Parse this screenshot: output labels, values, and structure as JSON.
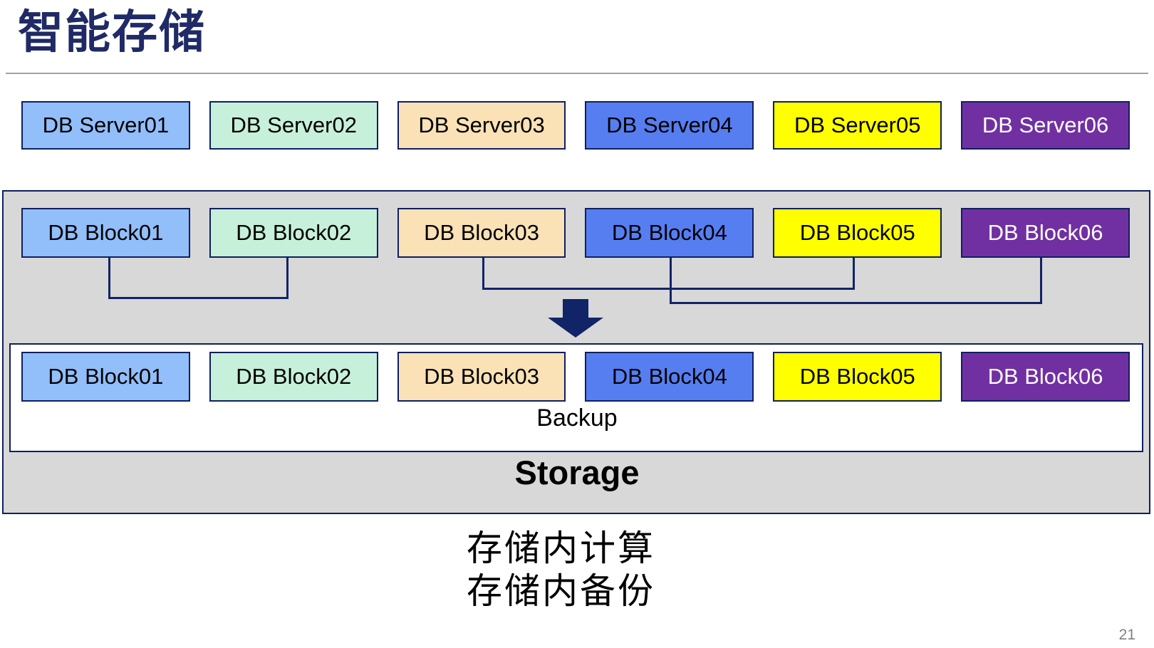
{
  "title": "智能存储",
  "palette": {
    "title_color": "#1f2a66",
    "divider_color": "#a3a3a3",
    "box_border": "#0e2060",
    "container_fill": "#d8d8d8",
    "connector_color": "#112468",
    "arrow_color": "#112468",
    "page_number_color": "#808080"
  },
  "servers": [
    {
      "label": "DB Server01",
      "bg": "#92befa",
      "fg": "#000000"
    },
    {
      "label": "DB Server02",
      "bg": "#c6f0d9",
      "fg": "#000000"
    },
    {
      "label": "DB Server03",
      "bg": "#fae1b6",
      "fg": "#000000"
    },
    {
      "label": "DB Server04",
      "bg": "#567ef0",
      "fg": "#000000"
    },
    {
      "label": "DB Server05",
      "bg": "#ffff00",
      "fg": "#000000"
    },
    {
      "label": "DB Server06",
      "bg": "#7130a1",
      "fg": "#ffffff"
    }
  ],
  "blocks_top": [
    {
      "label": "DB Block01",
      "bg": "#92befa",
      "fg": "#000000"
    },
    {
      "label": "DB Block02",
      "bg": "#c6f0d9",
      "fg": "#000000"
    },
    {
      "label": "DB Block03",
      "bg": "#fae1b6",
      "fg": "#000000"
    },
    {
      "label": "DB Block04",
      "bg": "#567ef0",
      "fg": "#000000"
    },
    {
      "label": "DB Block05",
      "bg": "#ffff00",
      "fg": "#000000"
    },
    {
      "label": "DB Block06",
      "bg": "#7130a1",
      "fg": "#ffffff"
    }
  ],
  "blocks_bottom": [
    {
      "label": "DB Block01",
      "bg": "#92befa",
      "fg": "#000000"
    },
    {
      "label": "DB Block02",
      "bg": "#c6f0d9",
      "fg": "#000000"
    },
    {
      "label": "DB Block03",
      "bg": "#fae1b6",
      "fg": "#000000"
    },
    {
      "label": "DB Block04",
      "bg": "#567ef0",
      "fg": "#000000"
    },
    {
      "label": "DB Block05",
      "bg": "#ffff00",
      "fg": "#000000"
    },
    {
      "label": "DB Block06",
      "bg": "#7130a1",
      "fg": "#ffffff"
    }
  ],
  "storage_box": {
    "backup_label": "Backup",
    "storage_label": "Storage"
  },
  "annotations": {
    "line1": "存储内计算",
    "line2": "存储内备份"
  },
  "page_number": "21"
}
